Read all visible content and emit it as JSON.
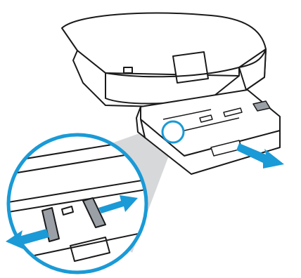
{
  "diagram": {
    "colors": {
      "outline": "#1a1a1a",
      "arrow": "#1a9ad6",
      "callout_ring": "#1a9ad6",
      "guide_fill": "#9aa0a6",
      "cone_fill": "#d6d8da",
      "background": "#ffffff"
    },
    "icons": {
      "eject_arrow": "arrow-right-down",
      "guide_slide_left": "arrow-left",
      "guide_slide_right": "arrow-right"
    }
  }
}
